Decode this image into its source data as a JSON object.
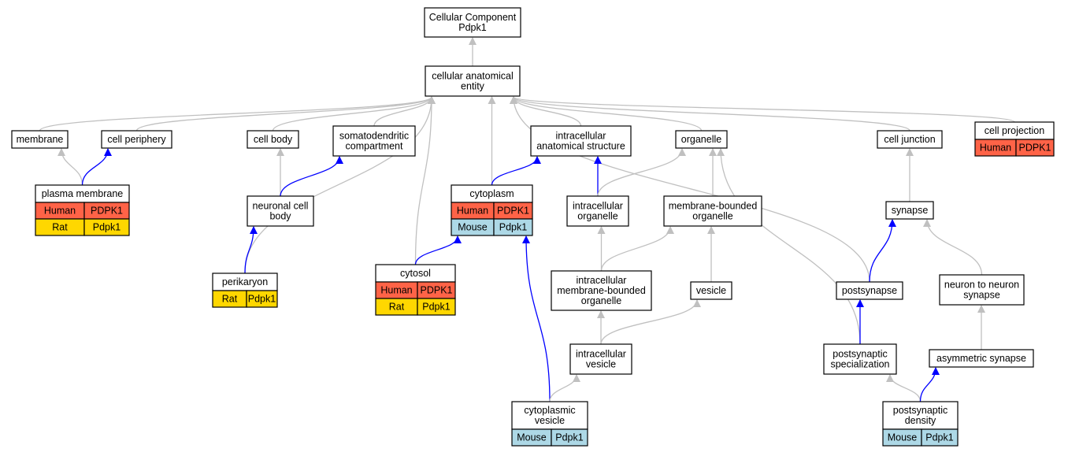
{
  "colors": {
    "gray_edge": "#c0c0c0",
    "blue_edge": "#0000ff",
    "human": "#ff6347",
    "rat": "#ffd700",
    "mouse": "#add8e6"
  },
  "nodes": {
    "root": {
      "lines": [
        "Cellular Component",
        "Pdpk1"
      ]
    },
    "cae": {
      "lines": [
        "cellular anatomical",
        "entity"
      ]
    },
    "membrane": {
      "lines": [
        "membrane"
      ]
    },
    "cell_periphery": {
      "lines": [
        "cell periphery"
      ]
    },
    "cell_body": {
      "lines": [
        "cell body"
      ]
    },
    "somatodendritic": {
      "lines": [
        "somatodendritic",
        "compartment"
      ]
    },
    "ias": {
      "lines": [
        "intracellular",
        "anatomical structure"
      ]
    },
    "organelle": {
      "lines": [
        "organelle"
      ]
    },
    "cell_junction": {
      "lines": [
        "cell junction"
      ]
    },
    "cell_projection": {
      "lines": [
        "cell projection"
      ],
      "rows": [
        [
          "Human",
          "PDPK1"
        ]
      ]
    },
    "plasma_membrane": {
      "lines": [
        "plasma membrane"
      ],
      "rows": [
        [
          "Human",
          "PDPK1"
        ],
        [
          "Rat",
          "Pdpk1"
        ]
      ]
    },
    "neuronal_cell_body": {
      "lines": [
        "neuronal cell",
        "body"
      ]
    },
    "cytoplasm": {
      "lines": [
        "cytoplasm"
      ],
      "rows": [
        [
          "Human",
          "PDPK1"
        ],
        [
          "Mouse",
          "Pdpk1"
        ]
      ]
    },
    "intracellular_organelle": {
      "lines": [
        "intracellular",
        "organelle"
      ]
    },
    "membrane_bounded": {
      "lines": [
        "membrane-bounded",
        "organelle"
      ]
    },
    "synapse": {
      "lines": [
        "synapse"
      ]
    },
    "perikaryon": {
      "lines": [
        "perikaryon"
      ],
      "rows": [
        [
          "Rat",
          "Pdpk1"
        ]
      ]
    },
    "cytosol": {
      "lines": [
        "cytosol"
      ],
      "rows": [
        [
          "Human",
          "PDPK1"
        ],
        [
          "Rat",
          "Pdpk1"
        ]
      ]
    },
    "imbo": {
      "lines": [
        "intracellular",
        "membrane-bounded",
        "organelle"
      ]
    },
    "vesicle": {
      "lines": [
        "vesicle"
      ]
    },
    "postsynapse": {
      "lines": [
        "postsynapse"
      ]
    },
    "n2n_synapse": {
      "lines": [
        "neuron to neuron",
        "synapse"
      ]
    },
    "intracellular_vesicle": {
      "lines": [
        "intracellular",
        "vesicle"
      ]
    },
    "postsynaptic_spec": {
      "lines": [
        "postsynaptic",
        "specialization"
      ]
    },
    "asymmetric_synapse": {
      "lines": [
        "asymmetric synapse"
      ]
    },
    "cytoplasmic_vesicle": {
      "lines": [
        "cytoplasmic",
        "vesicle"
      ],
      "rows": [
        [
          "Mouse",
          "Pdpk1"
        ]
      ]
    },
    "postsynaptic_density": {
      "lines": [
        "postsynaptic",
        "density"
      ],
      "rows": [
        [
          "Mouse",
          "Pdpk1"
        ]
      ]
    }
  },
  "edges": [
    {
      "from": "cae",
      "to": "root",
      "color": "gray"
    },
    {
      "from": "membrane",
      "to": "cae",
      "color": "gray"
    },
    {
      "from": "cell_periphery",
      "to": "cae",
      "color": "gray"
    },
    {
      "from": "cell_body",
      "to": "cae",
      "color": "gray"
    },
    {
      "from": "somatodendritic",
      "to": "cae",
      "color": "gray"
    },
    {
      "from": "ias",
      "to": "cae",
      "color": "gray"
    },
    {
      "from": "organelle",
      "to": "cae",
      "color": "gray"
    },
    {
      "from": "cell_junction",
      "to": "cae",
      "color": "gray"
    },
    {
      "from": "cell_projection",
      "to": "cae",
      "color": "gray"
    },
    {
      "from": "perikaryon",
      "to": "cae",
      "color": "gray"
    },
    {
      "from": "cytosol",
      "to": "cae",
      "color": "gray"
    },
    {
      "from": "cytoplasm",
      "to": "cae",
      "color": "gray"
    },
    {
      "from": "postsynapse",
      "to": "cae",
      "color": "gray"
    },
    {
      "from": "plasma_membrane",
      "to": "membrane",
      "color": "gray"
    },
    {
      "from": "plasma_membrane",
      "to": "cell_periphery",
      "color": "blue"
    },
    {
      "from": "neuronal_cell_body",
      "to": "cell_body",
      "color": "gray"
    },
    {
      "from": "neuronal_cell_body",
      "to": "somatodendritic",
      "color": "blue"
    },
    {
      "from": "perikaryon",
      "to": "neuronal_cell_body",
      "color": "blue"
    },
    {
      "from": "cytoplasm",
      "to": "ias",
      "color": "blue"
    },
    {
      "from": "intracellular_organelle",
      "to": "ias",
      "color": "blue"
    },
    {
      "from": "intracellular_organelle",
      "to": "organelle",
      "color": "gray"
    },
    {
      "from": "membrane_bounded",
      "to": "organelle",
      "color": "gray"
    },
    {
      "from": "postsynaptic_spec",
      "to": "organelle",
      "color": "gray"
    },
    {
      "from": "cytosol",
      "to": "cytoplasm",
      "color": "blue"
    },
    {
      "from": "cytoplasmic_vesicle",
      "to": "cytoplasm",
      "color": "blue"
    },
    {
      "from": "imbo",
      "to": "intracellular_organelle",
      "color": "gray"
    },
    {
      "from": "imbo",
      "to": "membrane_bounded",
      "color": "gray"
    },
    {
      "from": "vesicle",
      "to": "membrane_bounded",
      "color": "gray"
    },
    {
      "from": "intracellular_vesicle",
      "to": "imbo",
      "color": "gray"
    },
    {
      "from": "intracellular_vesicle",
      "to": "vesicle",
      "color": "gray"
    },
    {
      "from": "cytoplasmic_vesicle",
      "to": "intracellular_vesicle",
      "color": "gray"
    },
    {
      "from": "synapse",
      "to": "cell_junction",
      "color": "gray"
    },
    {
      "from": "postsynapse",
      "to": "synapse",
      "color": "blue"
    },
    {
      "from": "n2n_synapse",
      "to": "synapse",
      "color": "gray"
    },
    {
      "from": "postsynaptic_spec",
      "to": "postsynapse",
      "color": "blue"
    },
    {
      "from": "asymmetric_synapse",
      "to": "n2n_synapse",
      "color": "gray"
    },
    {
      "from": "postsynaptic_density",
      "to": "postsynaptic_spec",
      "color": "gray"
    },
    {
      "from": "postsynaptic_density",
      "to": "asymmetric_synapse",
      "color": "blue"
    }
  ]
}
